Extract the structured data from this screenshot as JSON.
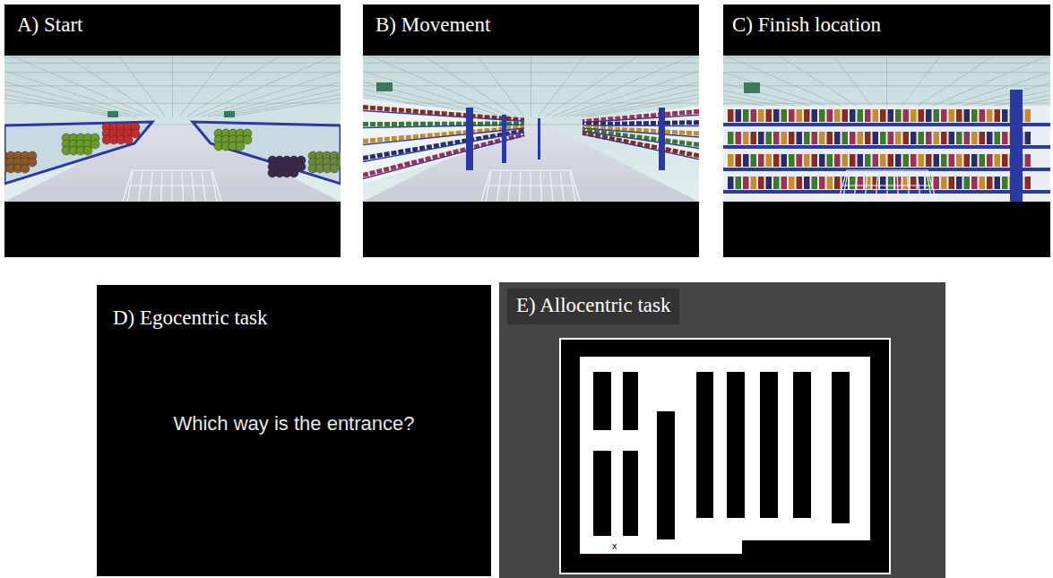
{
  "diagram": {
    "nodes": [
      {
        "text": [
          "A) Start"
        ]
      },
      {
        "text": [
          "B) Movement"
        ]
      },
      {
        "text": [
          "C) Finish location"
        ]
      },
      {
        "text": [
          "D) Egocentric task",
          "Which way is the entrance?"
        ]
      },
      {
        "text": [
          "E) Allocentric task"
        ]
      }
    ],
    "labels": [
      "x"
    ]
  }
}
